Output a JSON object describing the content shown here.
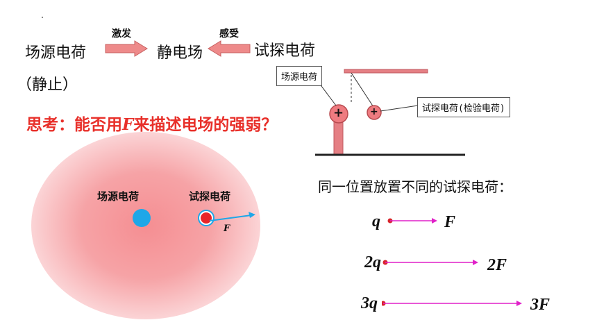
{
  "top_row": {
    "source_charge": "场源电荷",
    "arrow1_label": "激发",
    "field": "静电场",
    "arrow2_label": "感受",
    "test_charge": "试探电荷",
    "static_note": "（静止）"
  },
  "question": {
    "prefix": "思考：能否用",
    "var": "F",
    "suffix": "来描述电场的强弱？"
  },
  "apparatus": {
    "source_label": "场源电荷",
    "test_label": "试探电荷(检验电荷)",
    "plus_sign": "+"
  },
  "field_diagram": {
    "source_label": "场源电荷",
    "test_label": "试探电荷",
    "force_label": "F"
  },
  "comparison": {
    "heading": "同一位置放置不同的试探电荷：",
    "rows": [
      {
        "charge": "q",
        "force": "F",
        "multiplier": 1
      },
      {
        "charge": "2q",
        "force": "2F",
        "multiplier": 2
      },
      {
        "charge": "3q",
        "force": "3F",
        "multiplier": 3
      }
    ]
  },
  "colors": {
    "arrow_fill": "#ee8a8a",
    "rod": "#e57f84",
    "red_text": "#e8302a",
    "source_dot": "#1ea7e8",
    "test_dot": "#e8262a",
    "force_arrow": "#1ea7e8",
    "magenta": "#e020c8"
  }
}
